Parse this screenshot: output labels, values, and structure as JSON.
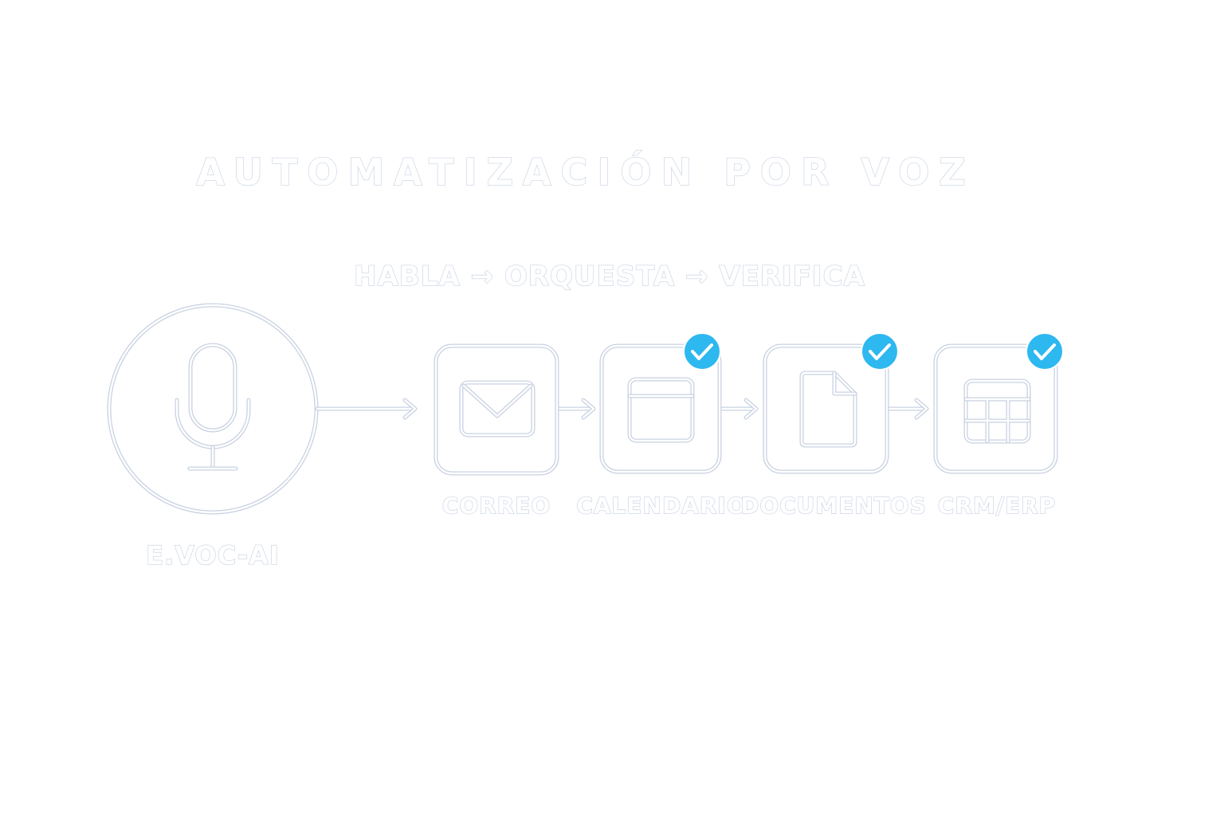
{
  "title": "AUTOMATIZACIÓN POR VOZ",
  "flow_text": "HABLA → ORQUESTA → VERIFICA",
  "voice_agent": {
    "label": "E.VOC-AI",
    "icon": "microphone-icon"
  },
  "steps": [
    {
      "id": "correo",
      "label": "CORREO",
      "icon": "envelope-icon",
      "verified": false
    },
    {
      "id": "calendario",
      "label": "CALENDARIO",
      "icon": "calendar-icon",
      "verified": true
    },
    {
      "id": "documentos",
      "label": "DOCUMENTOS",
      "icon": "document-icon",
      "verified": true
    },
    {
      "id": "crm-erp",
      "label": "CRM/ERP",
      "icon": "table-icon",
      "verified": true
    }
  ],
  "colors": {
    "outline": "#c9d2e2",
    "check_badge": "#2eb8f0",
    "background": "#ffffff"
  }
}
